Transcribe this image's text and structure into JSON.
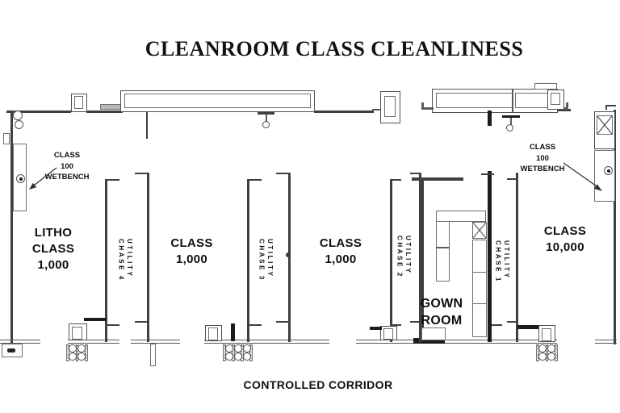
{
  "title": "CLEANROOM CLASS CLEANLINESS",
  "corridor_label": "CONTROLLED CORRIDOR",
  "rooms": {
    "litho": {
      "lines": [
        "LITHO",
        "CLASS",
        "1,000"
      ]
    },
    "class_a": {
      "lines": [
        "CLASS",
        "1,000"
      ]
    },
    "class_b": {
      "lines": [
        "CLASS",
        "1,000"
      ]
    },
    "gown": {
      "lines": [
        "GOWN",
        "ROOM"
      ]
    },
    "class_10000": {
      "lines": [
        "CLASS",
        "10,000"
      ]
    }
  },
  "chases": {
    "chase4": {
      "line1": "UTILITY",
      "line2": "CHASE 4"
    },
    "chase3": {
      "line1": "UTILITY",
      "line2": "CHASE 3"
    },
    "chase2": {
      "line1": "UTILITY",
      "line2": "CHASE 2"
    },
    "chase1": {
      "line1": "UTILITY",
      "line2": "CHASE 1"
    }
  },
  "annotations": {
    "wetbench_left": {
      "lines": [
        "CLASS",
        "100",
        "WETBENCH"
      ]
    },
    "wetbench_right": {
      "lines": [
        "CLASS",
        "100",
        "WETBENCH"
      ]
    }
  },
  "colors": {
    "wall": "#3f3f3f",
    "dark_wall": "#1c1c1c",
    "text": "#0f0f0f",
    "gray_fill": "#b9b9b9",
    "background": "#ffffff"
  }
}
